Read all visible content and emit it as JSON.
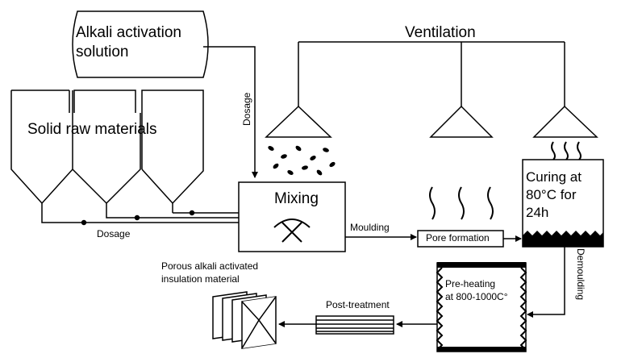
{
  "labels": {
    "alkali_solution_line1": "Alkali activation",
    "alkali_solution_line2": "solution",
    "ventilation": "Ventilation",
    "solid_raw_materials": "Solid raw materials",
    "dosage_vertical": "Dosage",
    "dosage_bottom": "Dosage",
    "mixing": "Mixing",
    "moulding": "Moulding",
    "pore_formation": "Pore formation",
    "curing_line1": "Curing at",
    "curing_line2": "80°C for",
    "curing_line3": "24h",
    "demoulding": "Demoulding",
    "preheating_line1": "Pre-heating",
    "preheating_line2": "at 800-1000C°",
    "post_treatment": "Post-treatment",
    "product_line1": "Porous alkali activated",
    "product_line2": "insulation material"
  },
  "colors": {
    "line": "#000000",
    "background": "#ffffff"
  }
}
